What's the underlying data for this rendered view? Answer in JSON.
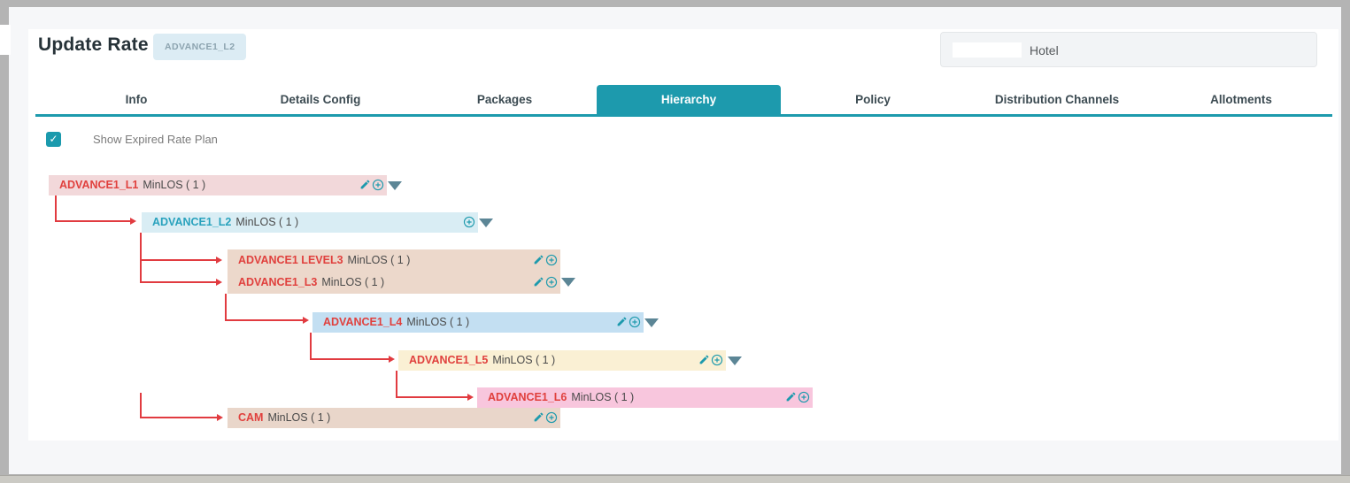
{
  "header": {
    "title": "Update Rate Plan",
    "badge": "ADVANCE1_L2",
    "hotel": {
      "label": "Hotel"
    }
  },
  "tabs": [
    {
      "label": "Info",
      "active": false
    },
    {
      "label": "Details Config",
      "active": false
    },
    {
      "label": "Packages",
      "active": false
    },
    {
      "label": "Hierarchy",
      "active": true
    },
    {
      "label": "Policy",
      "active": false
    },
    {
      "label": "Distribution Channels",
      "active": false
    },
    {
      "label": "Allotments",
      "active": false
    }
  ],
  "filters": {
    "show_expired": {
      "label": "Show Expired Rate Plan",
      "checked": true,
      "check_glyph": "✓"
    }
  },
  "tree": {
    "nodes": [
      {
        "name": "ADVANCE1_L1",
        "details": "MinLOS ( 1 )",
        "level": 1,
        "color": "#f2d8da",
        "actions": [
          "edit",
          "add",
          "expand"
        ]
      },
      {
        "name": "ADVANCE1_L2",
        "details": "MinLOS ( 1 )",
        "level": 2,
        "color": "#d9edf4",
        "actions": [
          "add",
          "expand"
        ]
      },
      {
        "name": "ADVANCE1 LEVEL3",
        "details": "MinLOS ( 1 )",
        "level": 3,
        "color": "#ecd8cb",
        "actions": [
          "edit",
          "add"
        ]
      },
      {
        "name": "ADVANCE1_L3",
        "details": "MinLOS ( 1 )",
        "level": 3,
        "color": "#ecd8cb",
        "actions": [
          "edit",
          "add",
          "expand"
        ]
      },
      {
        "name": "ADVANCE1_L4",
        "details": "MinLOS ( 1 )",
        "level": 4,
        "color": "#c3dff2",
        "actions": [
          "edit",
          "add",
          "expand"
        ]
      },
      {
        "name": "ADVANCE1_L5",
        "details": "MinLOS ( 1 )",
        "level": 5,
        "color": "#faf0d4",
        "actions": [
          "edit",
          "add",
          "expand"
        ]
      },
      {
        "name": "ADVANCE1_L6",
        "details": "MinLOS ( 1 )",
        "level": 6,
        "color": "#f8c6dd",
        "actions": [
          "edit",
          "add"
        ]
      },
      {
        "name": "CAM",
        "details": "MinLOS ( 1 )",
        "level": 3,
        "color": "#e9d6ca",
        "actions": [
          "edit",
          "add"
        ]
      }
    ]
  },
  "colors": {
    "accent_teal": "#1d9aad",
    "connector_red": "#e13b40",
    "expired_name_red": "#e0403d",
    "current_name_teal": "#29a2bd",
    "page_background": "#f6f7f9"
  }
}
